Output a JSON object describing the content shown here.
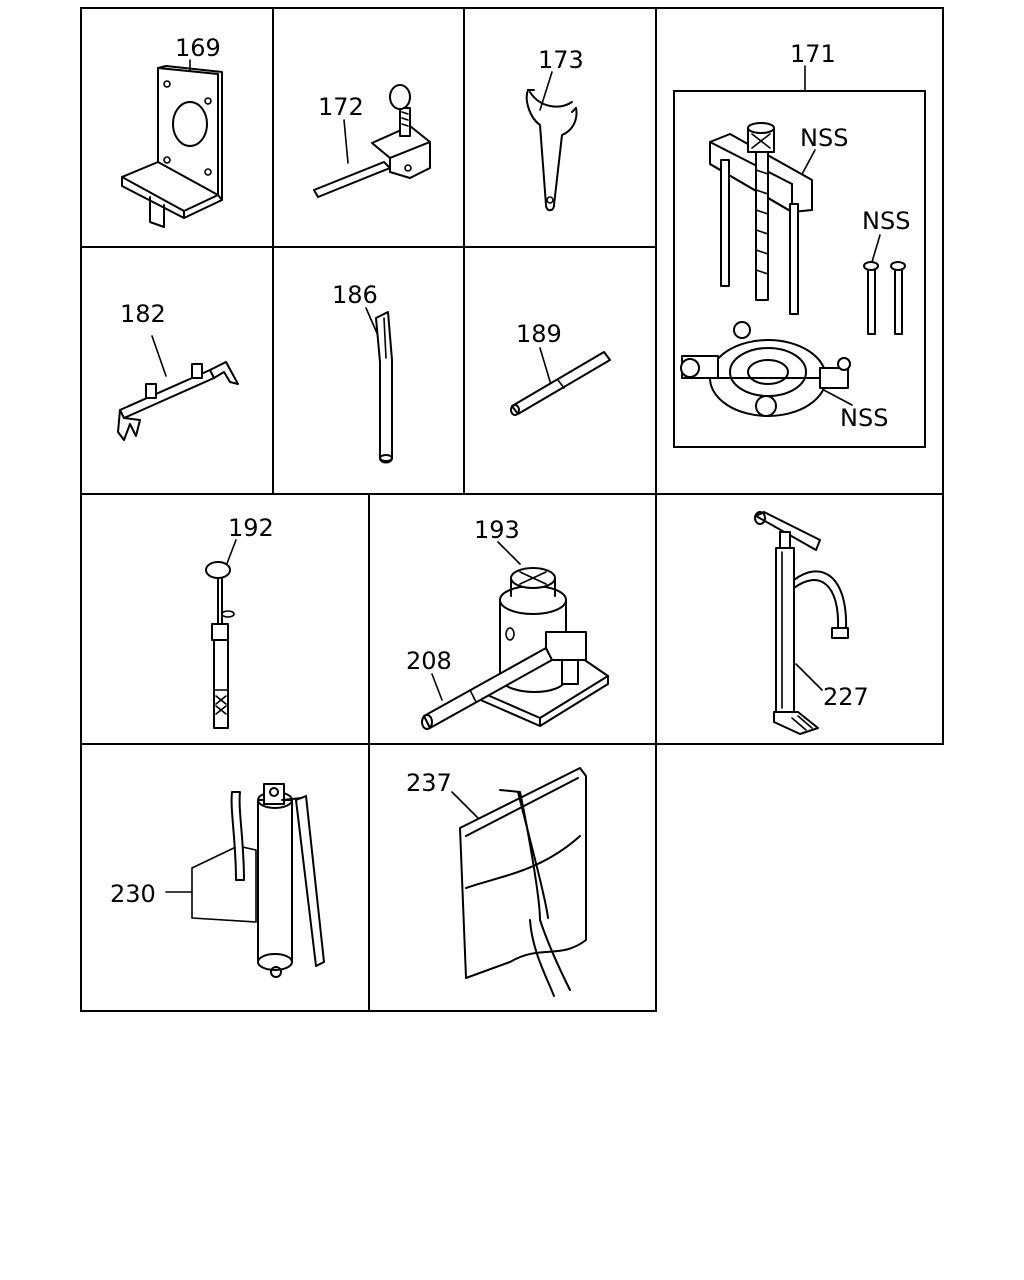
{
  "callouts": {
    "c169": "169",
    "c172": "172",
    "c173": "173",
    "c171": "171",
    "nss1": "NSS",
    "nss2": "NSS",
    "nss3": "NSS",
    "c182": "182",
    "c186": "186",
    "c189": "189",
    "c192": "192",
    "c193": "193",
    "c208": "208",
    "c227": "227",
    "c230": "230",
    "c237": "237"
  }
}
